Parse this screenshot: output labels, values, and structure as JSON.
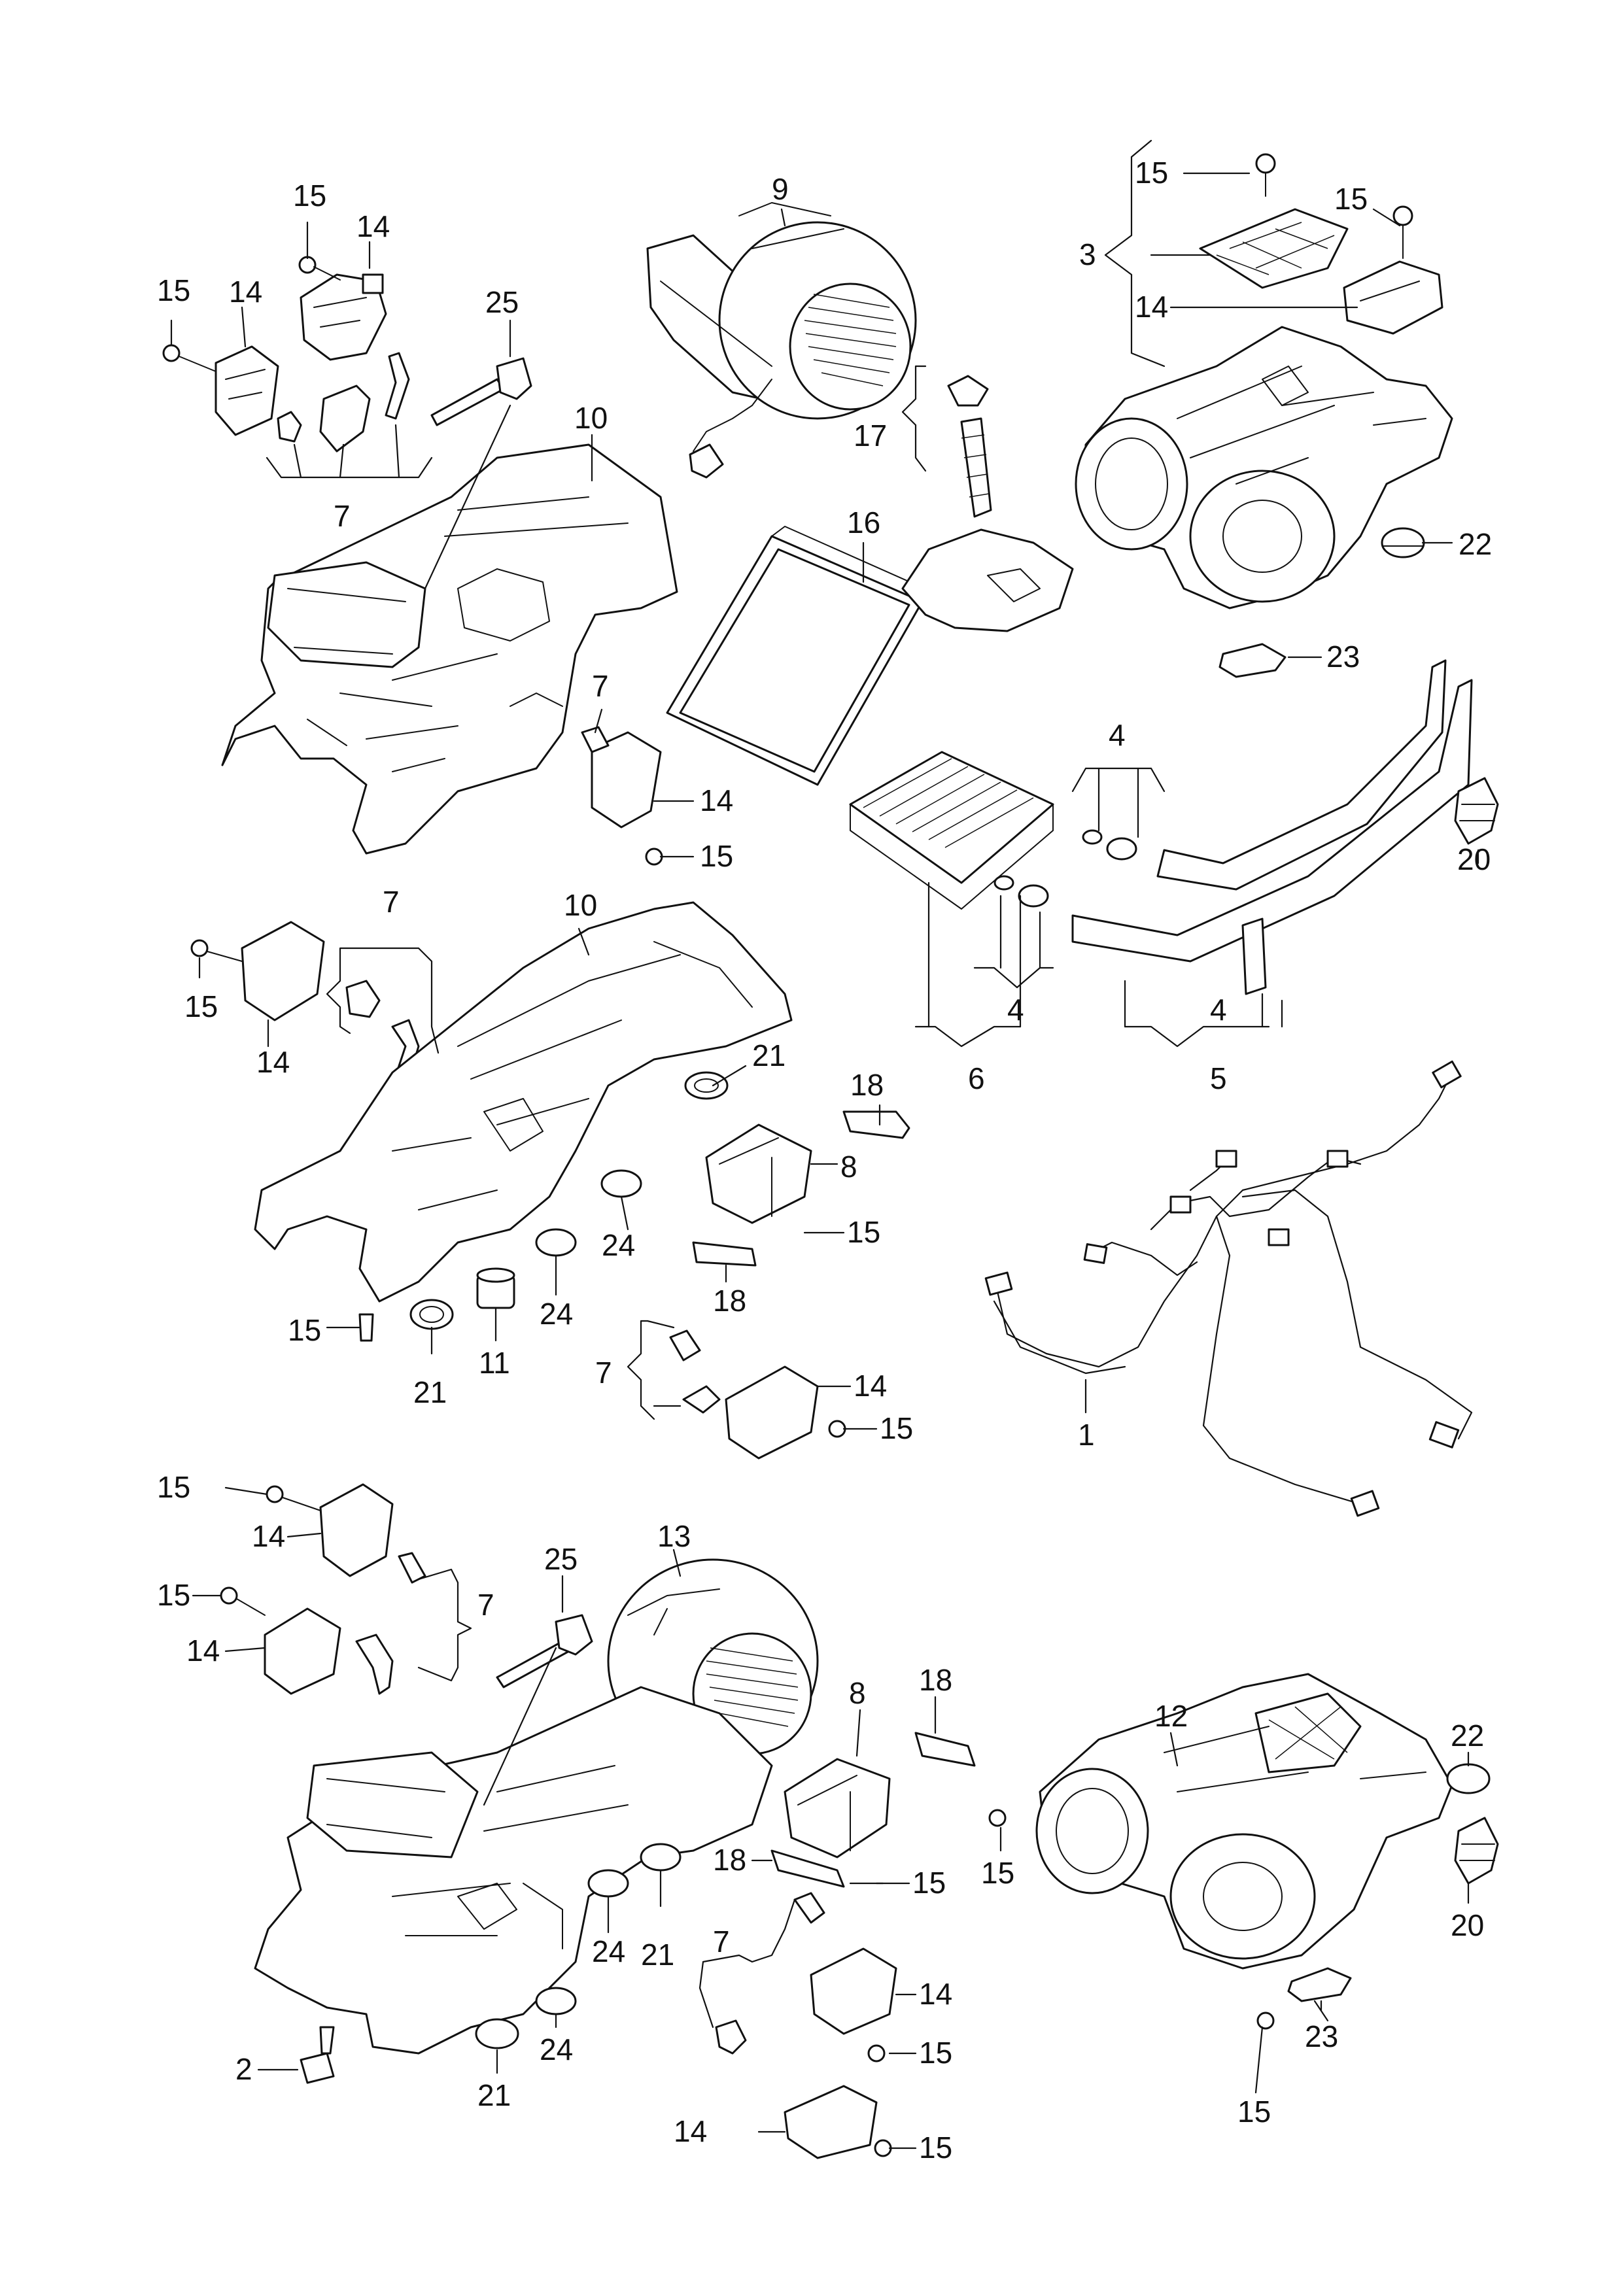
{
  "callouts": {
    "c15_tl": "15",
    "c14_tl": "14",
    "c15_l": "15",
    "c14_l": "14",
    "c25_t": "25",
    "c7_t": "7",
    "c10_t": "10",
    "c9": "9",
    "c17": "17",
    "c16": "16",
    "c15_tr1": "15",
    "c15_tr2": "15",
    "c3": "3",
    "c14_tr": "14",
    "c22_t": "22",
    "c23_t": "23",
    "c7_m": "7",
    "c14_m": "14",
    "c15_m": "15",
    "c4_t": "4",
    "c20_t": "20",
    "c4_bl": "4",
    "c6": "6",
    "c4_br": "4",
    "c5": "5",
    "c7_ml": "7",
    "c15_ml": "15",
    "c14_ml": "14",
    "c10_m": "10",
    "c21_m": "21",
    "c18_m1": "18",
    "c8_m": "8",
    "c15_mr": "15",
    "c24_m1": "24",
    "c18_m2": "18",
    "c24_m2": "24",
    "c15_bl": "15",
    "c21_bl": "21",
    "c11": "11",
    "c7_mb": "7",
    "c14_mb": "14",
    "c15_mb": "15",
    "c1": "1",
    "c15_b1": "15",
    "c14_b1": "14",
    "c15_b2": "15",
    "c14_b2": "14",
    "c7_b": "7",
    "c25_b": "25",
    "c13": "13",
    "c8_b": "8",
    "c18_b1": "18",
    "c18_b2": "18",
    "c15_b3": "15",
    "c12": "12",
    "c22_b": "22",
    "c20_b": "20",
    "c15_b4": "15",
    "c2": "2",
    "c24_b1": "24",
    "c21_b1": "21",
    "c24_b2": "24",
    "c21_b2": "21",
    "c7_bb": "7",
    "c14_bb1": "14",
    "c15_bb1": "15",
    "c14_bb2": "14",
    "c15_bb2": "15",
    "c15_b5": "15",
    "c23_b": "23"
  },
  "colors": {
    "ink": "#111111",
    "paper": "#ffffff"
  }
}
